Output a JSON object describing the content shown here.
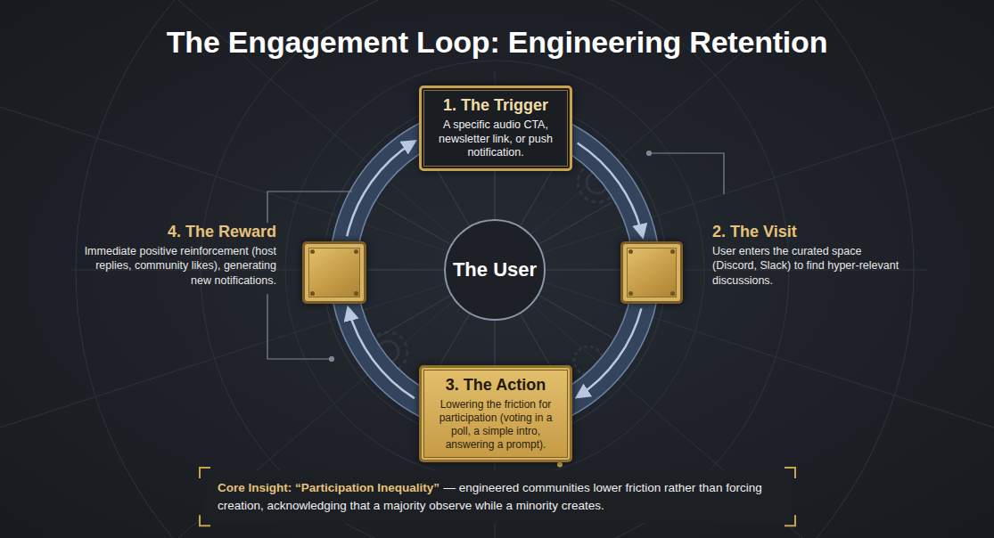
{
  "diagram": {
    "title": "The Engagement Loop: Engineering Retention",
    "nodes": [
      {
        "text": [
          "1. The Trigger",
          "A specific audio CTA, newsletter link, or push notification."
        ]
      },
      {
        "text": [
          "2. The Visit",
          "User enters the curated space (Discord, Slack) to find hyper-relevant discussions."
        ]
      },
      {
        "text": [
          "3. The Action",
          "Lowering the friction for participation (voting in a poll, a simple intro, answering a prompt)."
        ]
      },
      {
        "text": [
          "4. The Reward",
          "Immediate positive reinforcement (host replies, community likes), generating new notifications."
        ]
      },
      {
        "text": [
          "The User"
        ]
      },
      {
        "text": [
          "Core Insight: “Participation Inequality”",
          "— engineered communities lower friction rather than forcing creation, acknowledging that a majority observe while a minority creates."
        ]
      }
    ],
    "edges": [
      {
        "from": 0,
        "to": 1,
        "arrow": "to"
      },
      {
        "from": 1,
        "to": 2,
        "arrow": "to"
      },
      {
        "from": 2,
        "to": 3,
        "arrow": "to"
      },
      {
        "from": 3,
        "to": 0,
        "arrow": "to"
      },
      {
        "from": 2,
        "to": 5,
        "arrow": "none"
      }
    ]
  }
}
